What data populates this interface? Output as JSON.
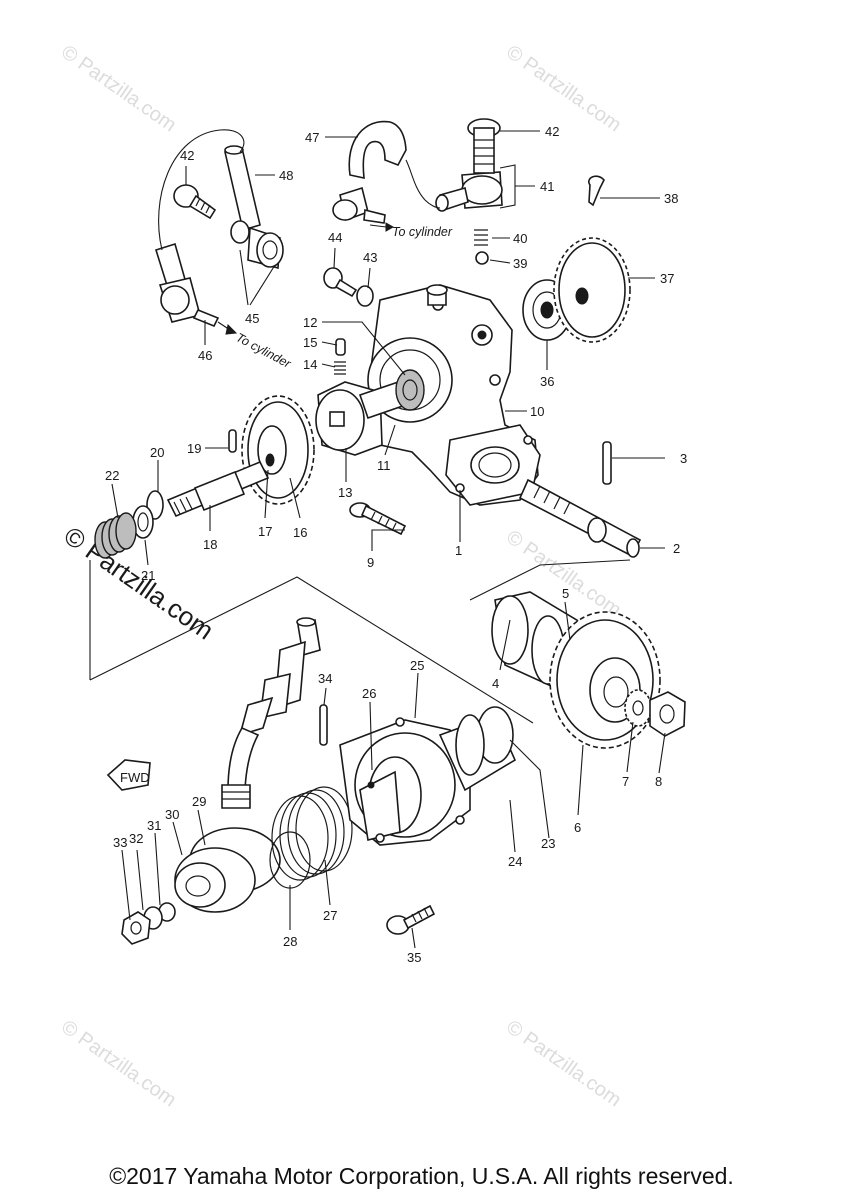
{
  "watermarks": {
    "faint": "© Partzilla.com",
    "bold": "© Partzilla.com"
  },
  "notes": {
    "to_cylinder_upper": "To cylinder",
    "to_cylinder_left": "To cylinder",
    "fwd": "FWD"
  },
  "callouts": [
    "1",
    "2",
    "3",
    "4",
    "5",
    "6",
    "7",
    "8",
    "9",
    "10",
    "11",
    "12",
    "13",
    "14",
    "15",
    "16",
    "17",
    "18",
    "19",
    "20",
    "21",
    "22",
    "23",
    "24",
    "25",
    "26",
    "27",
    "28",
    "29",
    "30",
    "31",
    "32",
    "33",
    "34",
    "35",
    "36",
    "37",
    "38",
    "39",
    "40",
    "41",
    "42",
    "42",
    "43",
    "44",
    "45",
    "46",
    "47",
    "48"
  ],
  "copyright": "©2017 Yamaha Motor Corporation, U.S.A. All rights reserved."
}
